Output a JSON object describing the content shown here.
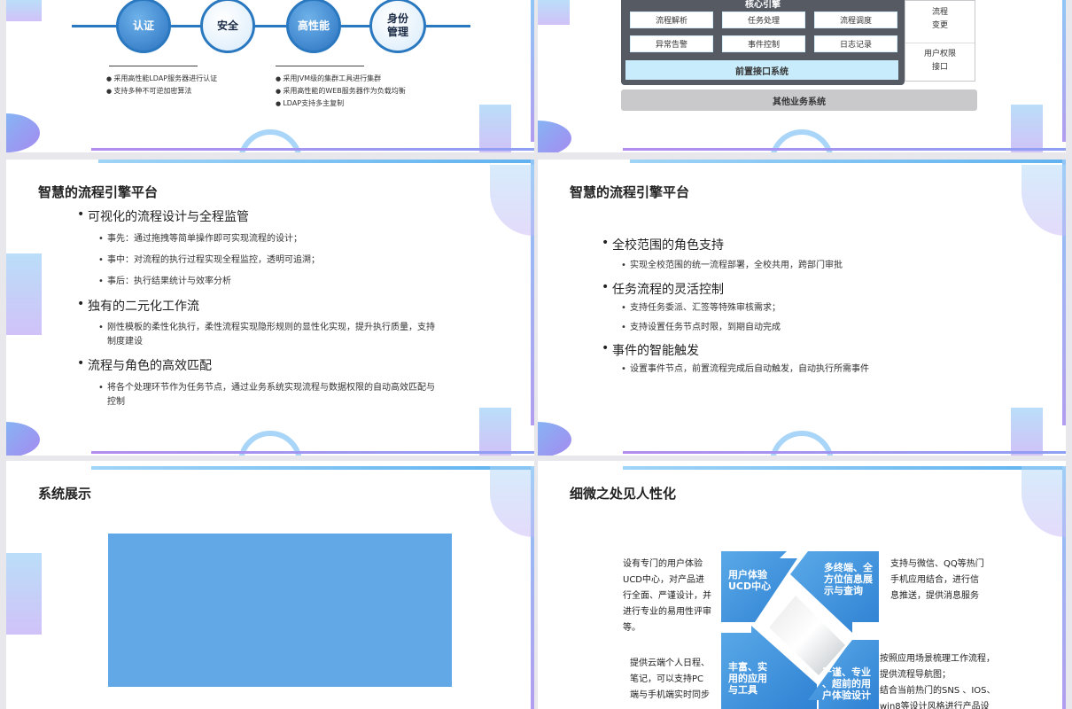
{
  "slide1": {
    "circles": [
      "认证",
      "安全",
      "高性能",
      "身份管理"
    ],
    "left_features": [
      "采用高性能LDAP服务器进行认证",
      "支持多种不可逆加密算法"
    ],
    "right_features": [
      "采用JVM级的集群工具进行集群",
      "采用高性能的WEB服务器作为负载均衡",
      "LDAP支持多主复制"
    ]
  },
  "slide2": {
    "core_title": "核心引擎",
    "modules": [
      "流程解析",
      "任务处理",
      "流程调度",
      "异常告警",
      "事件控制",
      "日志记录"
    ],
    "front_api": "前置接口系统",
    "side_top": "流程\n变更",
    "side_bottom": "用户权限\n接口",
    "other_systems": "其他业务系统"
  },
  "slide3": {
    "title": "智慧的流程引擎平台",
    "items": [
      {
        "heading": "可视化的流程设计与全程监管",
        "subs": [
          "事先：通过拖拽等简单操作即可实现流程的设计；",
          "事中：对流程的执行过程实现全程监控，透明可追溯；",
          "事后：执行结果统计与效率分析"
        ]
      },
      {
        "heading": "独有的二元化工作流",
        "subs": [
          "刚性模板的柔性化执行，柔性流程实现隐形规则的显性化实现，提升执行质量，支持制度建设"
        ]
      },
      {
        "heading": "流程与角色的高效匹配",
        "subs": [
          "将各个处理环节作为任务节点，通过业务系统实现流程与数据权限的自动高效匹配与控制"
        ]
      }
    ]
  },
  "slide4": {
    "title": "智慧的流程引擎平台",
    "items": [
      {
        "heading": "全校范围的角色支持",
        "subs": [
          "实现全校范围的统一流程部署，全校共用，跨部门审批"
        ]
      },
      {
        "heading": "任务流程的灵活控制",
        "subs": [
          "支持任务委派、汇签等特殊审核需求；",
          "支持设置任务节点时限，到期自动完成"
        ]
      },
      {
        "heading": "事件的智能触发",
        "subs": [
          "设置事件节点，前置流程完成后自动触发，自动执行所需事件"
        ]
      }
    ]
  },
  "slide5": {
    "title": "系统展示"
  },
  "slide6": {
    "title": "细微之处见人性化",
    "quadrants": [
      "用户体验\nUCD中心",
      "多终端、全\n方位信息展\n示与查询",
      "丰富、实\n用的应用\n与工具",
      "严谨、专业\n、超前的用\n户体验设计"
    ],
    "para_tl": "设有专门的用户体验\nUCD中心，对产品进\n行全面、严谨设计，并\n进行专业的易用性评审\n等。",
    "para_tr": "支持与微信、QQ等热门\n手机应用结合，进行信\n息推送，提供消息服务",
    "para_bl": "提供云端个人日程、\n笔记，可以支持PC\n端与手机端实时同步",
    "para_br": "按照应用场景梳理工作流程，\n提供流程导航图；\n结合当前热门的SNS 、IOS、\nwin8等设计风格进行产品设"
  }
}
